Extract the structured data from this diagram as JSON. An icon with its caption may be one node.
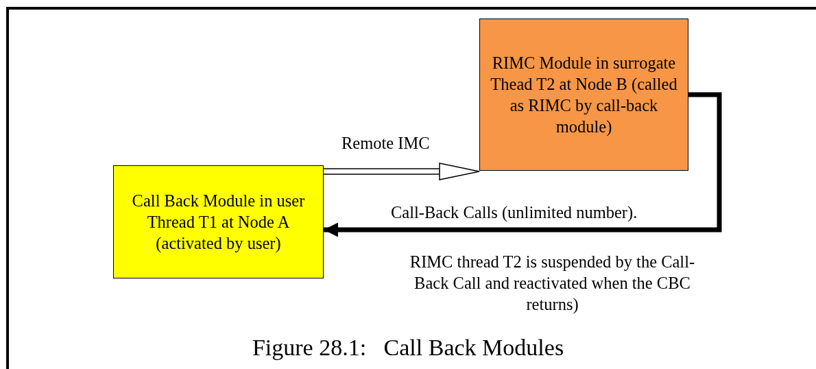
{
  "diagram": {
    "caption": "Figure 28.1:   Call Back Modules",
    "nodes": [
      {
        "text": [
          "Call Back Module in user Thread T1 at Node A (activated by user)"
        ]
      },
      {
        "text": [
          "RIMC Module in surrogate Thead T2 at Node B (called as RIMC by call-back module)"
        ]
      }
    ],
    "edges": [
      {
        "from": 0,
        "to": 1,
        "arrow": "to",
        "label": "Remote IMC"
      },
      {
        "from": 1,
        "to": 0,
        "arrow": "to",
        "label": "Call-Back Calls (unlimited number).",
        "style": "thick"
      }
    ],
    "labels": [
      "RIMC thread T2 is suspended by the Call-Back Call and reactivated when the CBC returns)"
    ]
  }
}
